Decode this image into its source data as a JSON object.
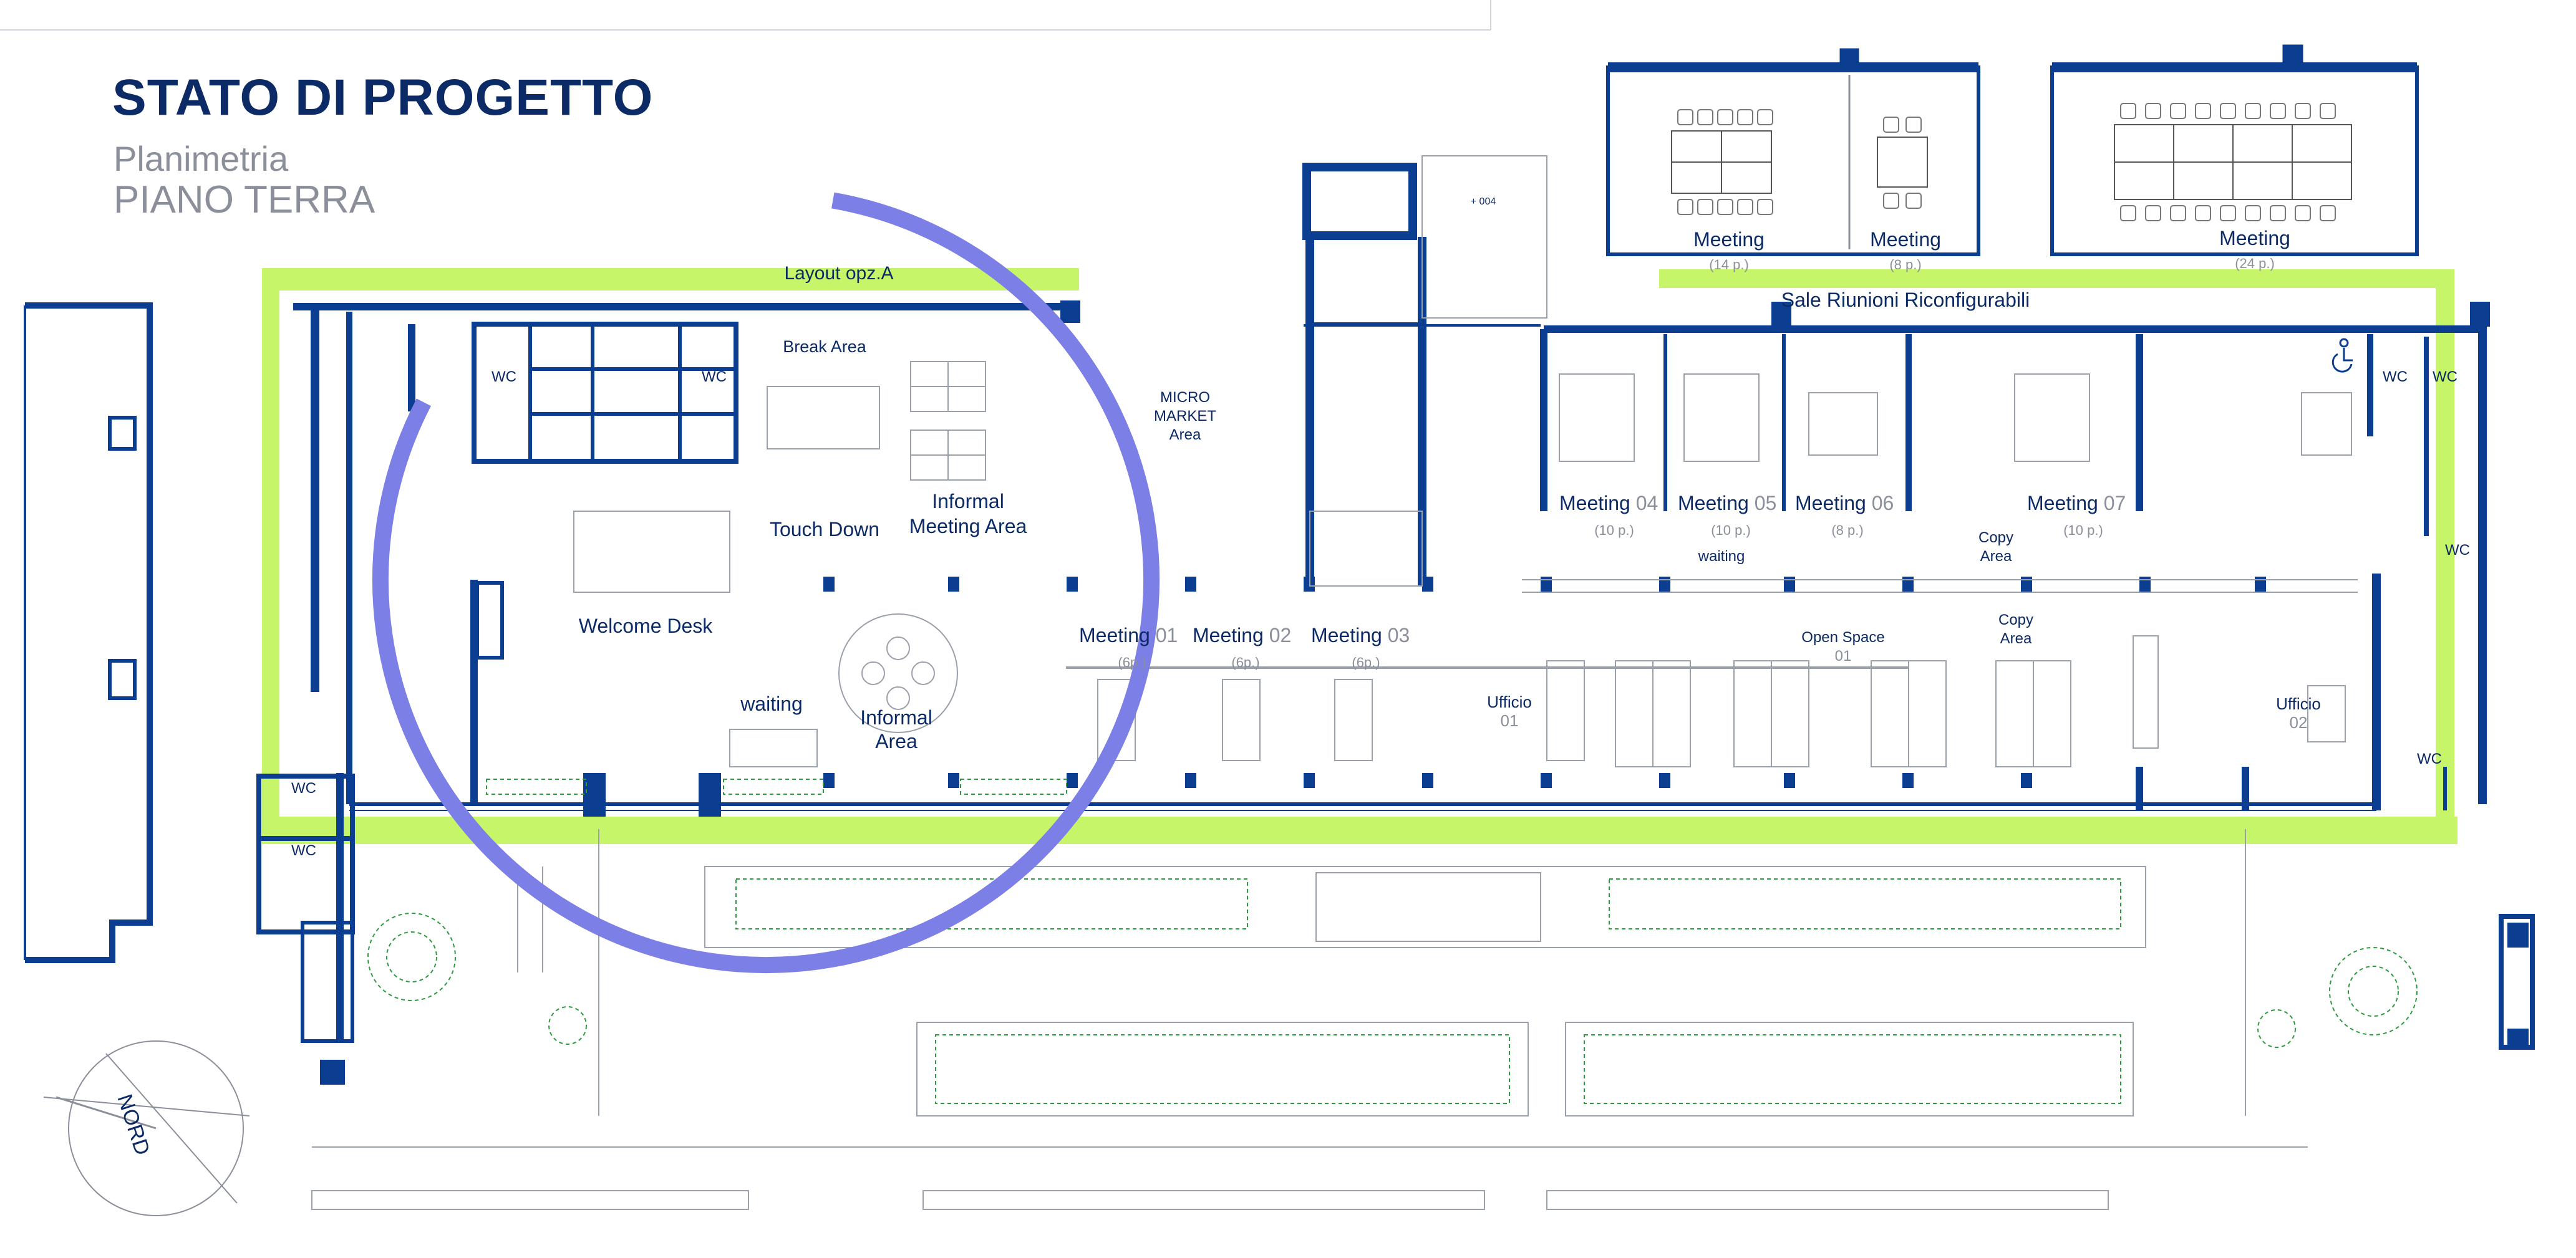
{
  "header": {
    "title": "STATO DI PROGETTO",
    "subtitle_1": "Planimetria",
    "subtitle_2": "PIANO TERRA"
  },
  "compass_label": "NORD",
  "colors": {
    "wall": "#0b3d91",
    "highlight": "#c6f56a",
    "circle": "#7b7fe6",
    "label": "#0b2a66",
    "muted": "#8a8f99",
    "greenery": "#2e9a3e"
  },
  "labels": {
    "layout": "Layout opz.A",
    "sale": "Sale Riunioni Riconfigurabili",
    "break_area": "Break Area",
    "touch_down": "Touch Down",
    "informal_meeting_1": "Informal",
    "informal_meeting_2": "Meeting Area",
    "micro_1": "MICRO",
    "micro_2": "MARKET",
    "micro_3": "Area",
    "welcome_desk": "Welcome Desk",
    "waiting_1": "waiting",
    "waiting_2": "waiting",
    "informal_1": "Informal",
    "informal_2": "Area",
    "wc": "WC",
    "meeting": "Meeting",
    "m01": "01",
    "m02": "02",
    "m03": "03",
    "m04": "04",
    "m05": "05",
    "m06": "06",
    "m07": "07",
    "cap_6p": "(6p.)",
    "cap_10p": "(10 p.)",
    "cap_8p": "(8 p.)",
    "cap_14p": "(14 p.)",
    "cap_24p": "(24 p.)",
    "ufficio": "Ufficio",
    "uff01": "01",
    "uff02": "02",
    "open_space": "Open Space",
    "open_space_num": "01",
    "copy": "Copy",
    "copy_area": "Area",
    "elevation": "+ 004"
  }
}
